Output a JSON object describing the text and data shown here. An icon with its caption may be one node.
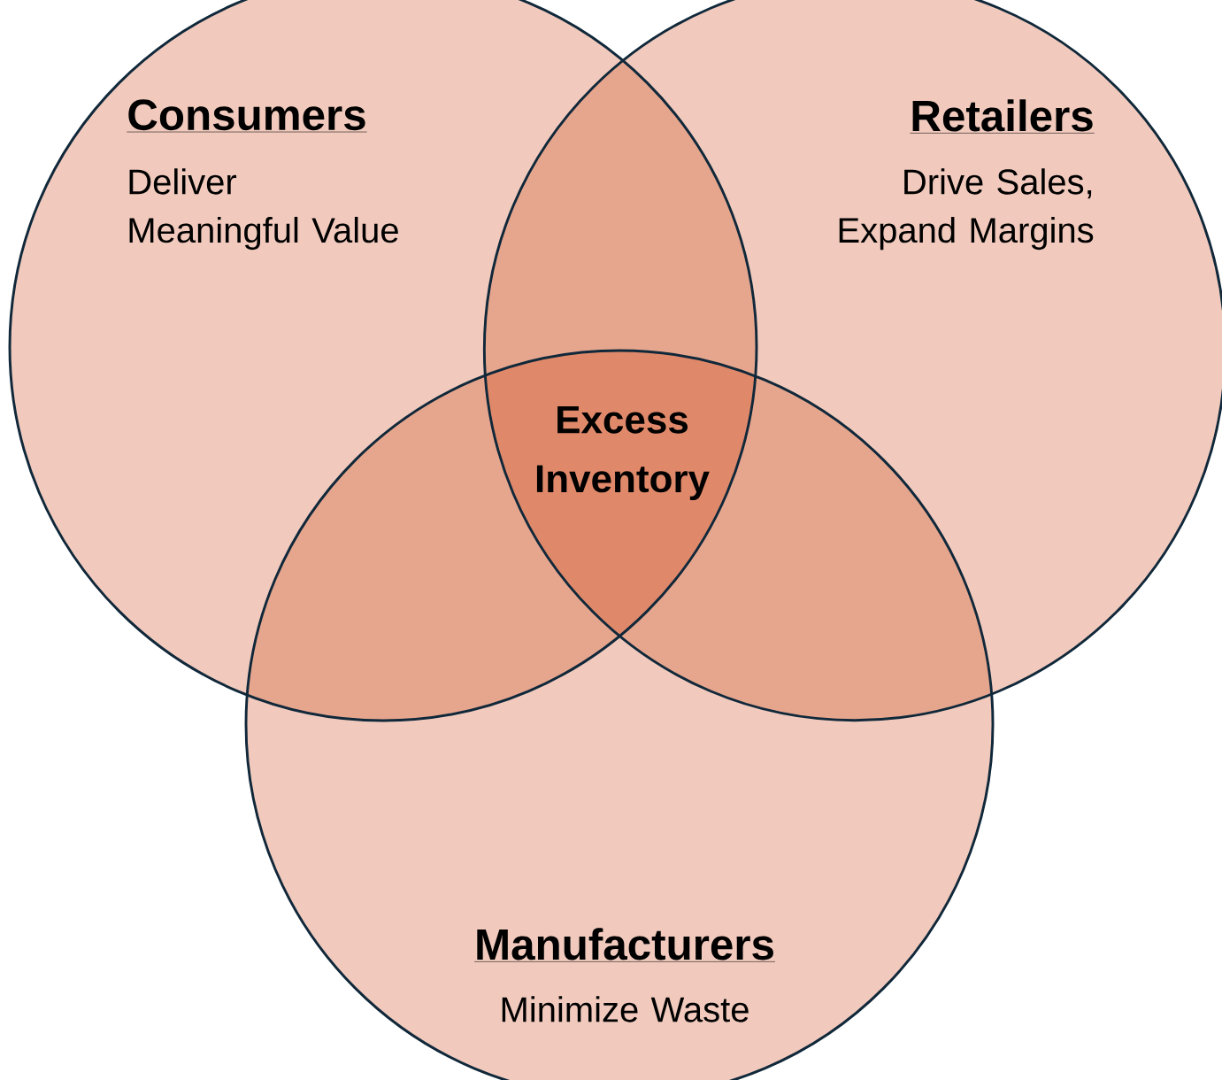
{
  "diagram": {
    "nodes": [
      {
        "text": [
          "Consumers",
          "Deliver Meaningful Value"
        ]
      },
      {
        "text": [
          "Retailers",
          "Drive Sales, Expand Margins"
        ]
      },
      {
        "text": [
          "Manufacturers",
          "Minimize Waste"
        ]
      }
    ],
    "labels": [
      "Excess Inventory"
    ]
  }
}
